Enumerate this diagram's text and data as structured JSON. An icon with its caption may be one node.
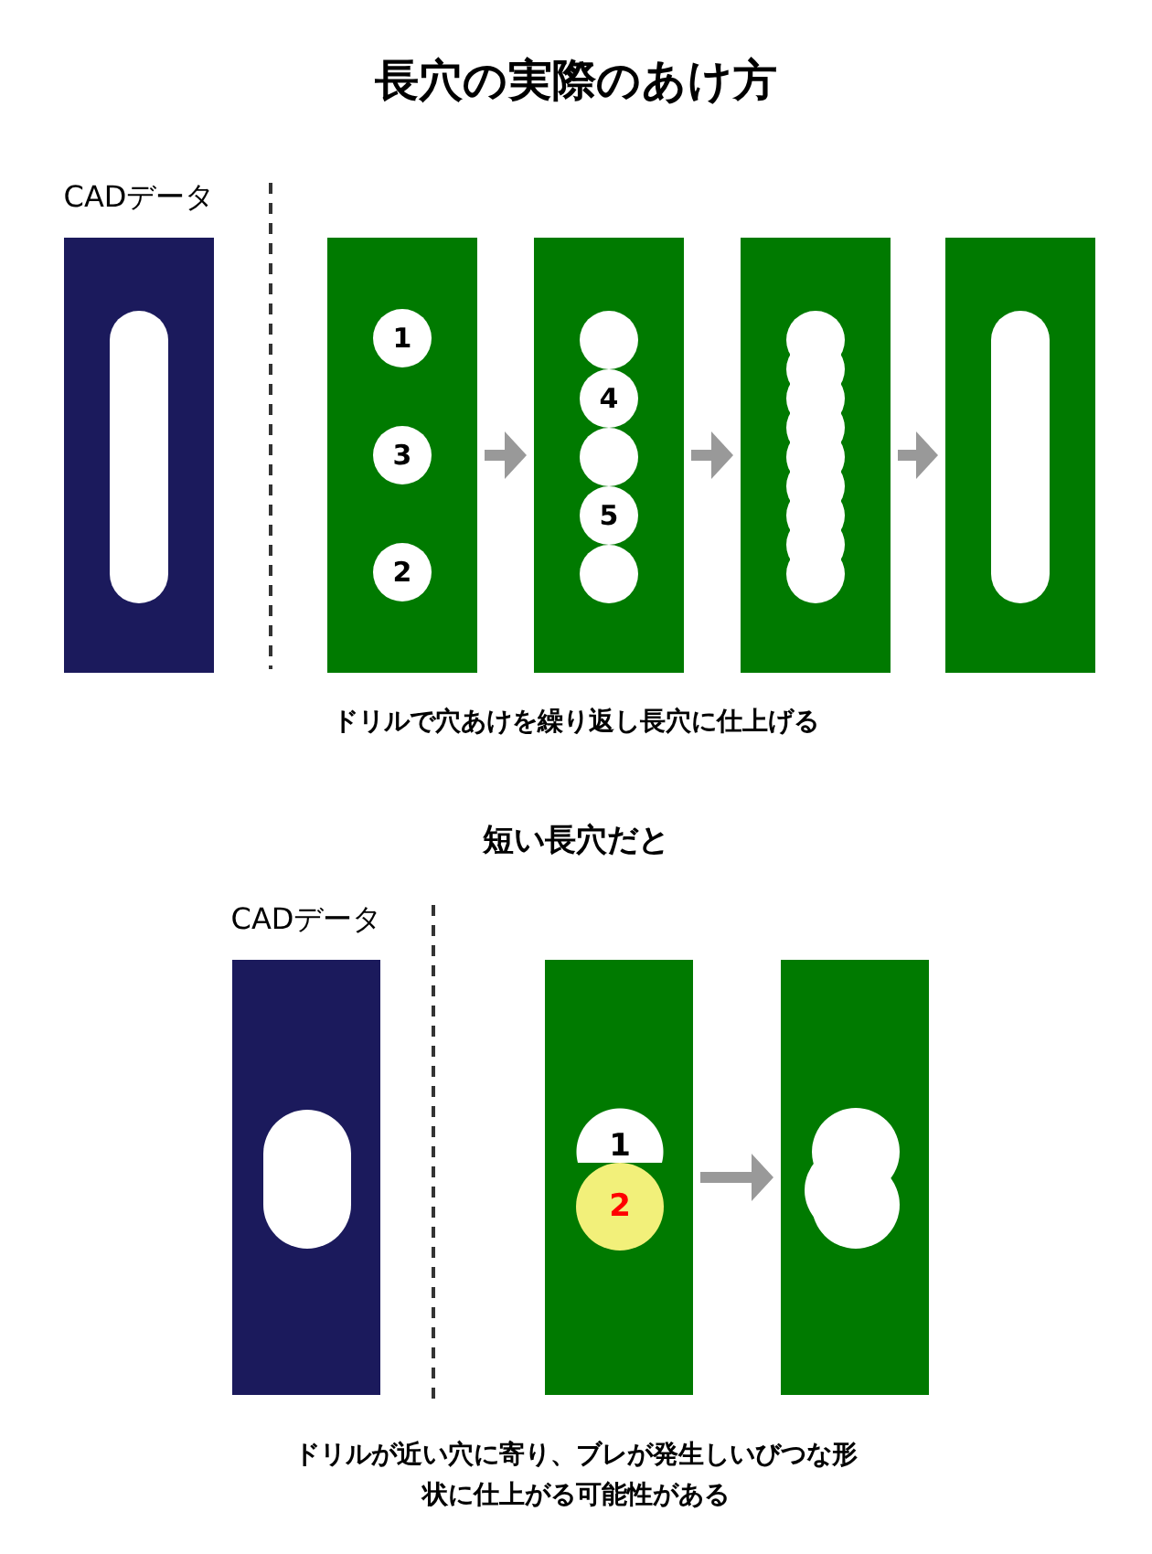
{
  "diagram": {
    "title": "長穴の実際のあけ方",
    "nodes": [
      {
        "text": [],
        "shape": "box",
        "beside": [
          "CADデータ"
        ]
      },
      {
        "text": [],
        "shape": "box"
      },
      {
        "text": [
          "1"
        ],
        "in": 1
      },
      {
        "text": [
          "3"
        ],
        "in": 1
      },
      {
        "text": [
          "2"
        ],
        "in": 1
      },
      {
        "text": [],
        "shape": "box"
      },
      {
        "text": [],
        "shape": "circle",
        "in": 5
      },
      {
        "text": [
          "4"
        ],
        "in": 5
      },
      {
        "text": [],
        "shape": "circle",
        "in": 5
      },
      {
        "text": [
          "5"
        ],
        "in": 5
      },
      {
        "text": [],
        "shape": "circle",
        "in": 5
      },
      {
        "text": [],
        "shape": "box"
      },
      {
        "text": [],
        "shape": "box"
      },
      {
        "text": [],
        "shape": "box",
        "beside": [
          "CADデータ"
        ]
      },
      {
        "text": [],
        "shape": "box"
      },
      {
        "text": [
          "1"
        ],
        "in": 14
      },
      {
        "text": [
          "2"
        ],
        "in": 14
      },
      {
        "text": [],
        "shape": "box"
      }
    ],
    "edges": [
      {
        "from": 1,
        "to": 5,
        "arrow": "to"
      },
      {
        "from": 5,
        "to": 11,
        "arrow": "to"
      },
      {
        "from": 11,
        "to": 12,
        "arrow": "to"
      },
      {
        "from": 14,
        "to": 17,
        "arrow": "to"
      }
    ],
    "labels": [
      "ドリルで穴あけを繰り返し長穴に仕上げる",
      "短い長穴だと",
      "ドリルが近い穴に寄り、ブレが発生しいびつな形状に仕上がる可能性がある"
    ]
  }
}
